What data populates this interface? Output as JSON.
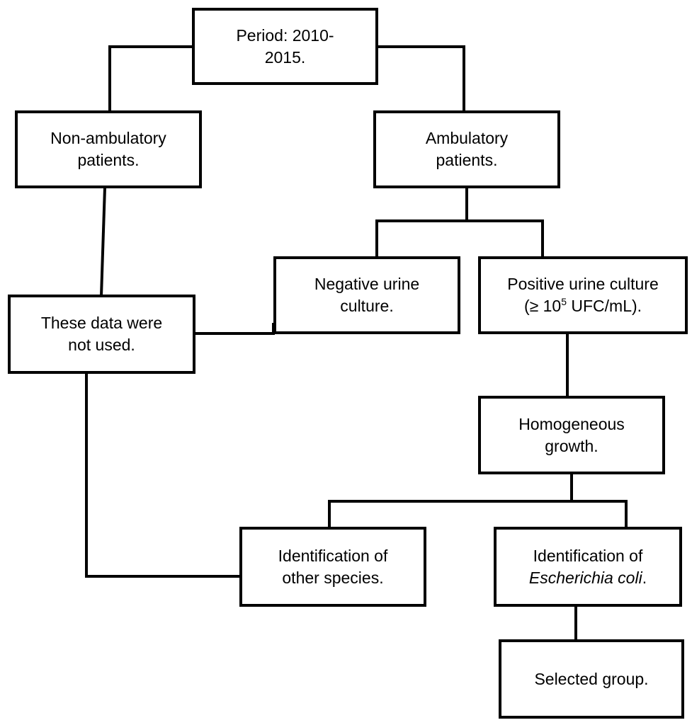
{
  "flowchart": {
    "period": "Period: 2010-\n2015.",
    "non_ambulatory": "Non-ambulatory\npatients.",
    "ambulatory": "Ambulatory\npatients.",
    "negative_culture": "Negative urine\nculture.",
    "positive_culture": {
      "line1": "Positive urine culture",
      "line2_prefix": "(≥ 10",
      "line2_exponent": "5",
      "line2_suffix": " UFC/mL)."
    },
    "not_used": "These data were\nnot used.",
    "homogeneous_growth": "Homogeneous\ngrowth.",
    "other_species": "Identification of\nother species.",
    "ecoli": {
      "line1": "Identification of",
      "species": "Escherichia coli",
      "suffix": "."
    },
    "selected_group": "Selected group."
  },
  "colors": {
    "line": "#000000",
    "box_fill": "#ffffff",
    "text": "#000000"
  }
}
